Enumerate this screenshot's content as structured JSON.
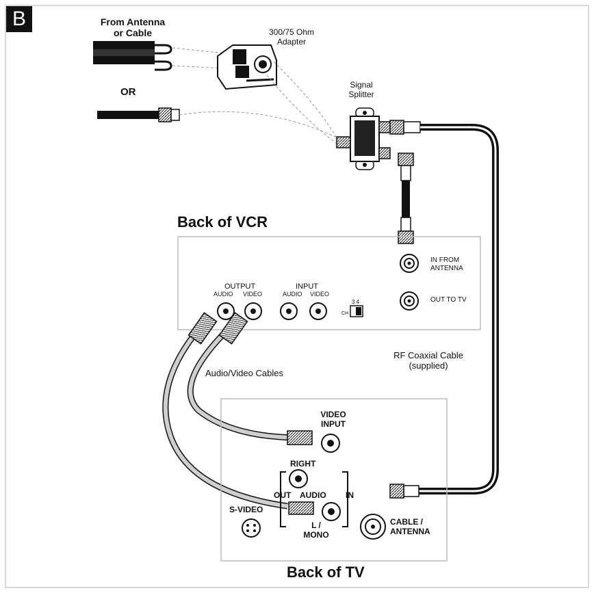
{
  "figure": {
    "badge": "B",
    "source_label": "From Antenna\nor Cable",
    "adapter_label": "300/75 Ohm\nAdapter",
    "or_label": "OR",
    "splitter_label": "Signal\nSplitter",
    "vcr_title": "Back of VCR",
    "vcr": {
      "output_label": "OUTPUT",
      "output_audio": "AUDIO",
      "output_video": "VIDEO",
      "input_label": "INPUT",
      "input_audio": "AUDIO",
      "input_video": "VIDEO",
      "ch_label": "CH",
      "ch_values": "3 4",
      "in_from_antenna": "IN FROM\nANTENNA",
      "out_to_tv": "OUT TO TV"
    },
    "rf_cable_label": "RF Coaxial Cable\n(supplied)",
    "av_cables_label": "Audio/Video Cables",
    "tv_title": "Back of TV",
    "tv": {
      "video_input": "VIDEO\nINPUT",
      "right": "RIGHT",
      "out": "OUT",
      "audio": "AUDIO",
      "in": "IN",
      "s_video": "S-VIDEO",
      "l_mono": "L /\nMONO",
      "cable_antenna": "CABLE /\nANTENNA"
    }
  },
  "colors": {
    "line": "#111111",
    "panel_border": "#bbbbbb",
    "frame_border": "#cccccc",
    "gray_cable": "#bdbdbd"
  }
}
